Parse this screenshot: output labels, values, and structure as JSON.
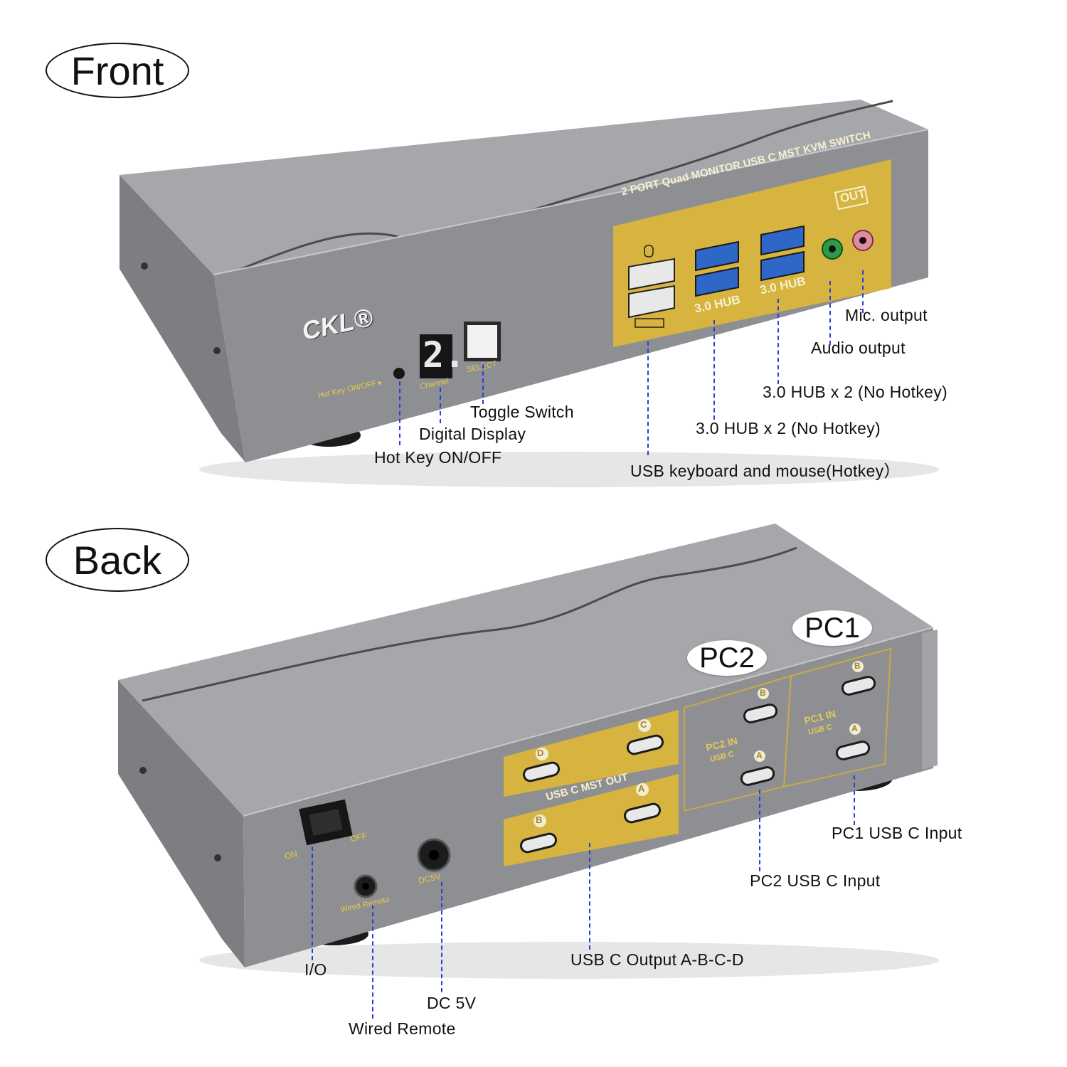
{
  "headings": {
    "front": "Front",
    "back": "Back"
  },
  "front_device": {
    "brand": "CKL®",
    "panel_title": "2 PORT Quad MONITOR USB C MST KVM SWITCH",
    "out_badge": "OUT",
    "hub_label_1": "3.0 HUB",
    "hub_label_2": "3.0 HUB",
    "display_digit": "2.",
    "channel_label": "Channel",
    "select_label": "SELECT",
    "hotkey_label": "Hot Key ON/OFF ▸"
  },
  "front_callouts": {
    "mic_output": "Mic. output",
    "audio_output": "Audio output",
    "hub_right": "3.0 HUB x 2 (No Hotkey)",
    "hub_left": "3.0 HUB x 2 (No Hotkey)",
    "keyboard_mouse": "USB keyboard  and mouse(Hotkey）",
    "toggle_switch": "Toggle Switch",
    "digital_display": "Digital Display",
    "hot_key": "Hot Key ON/OFF"
  },
  "back_device": {
    "pc1_tag": "PC1",
    "pc2_tag": "PC2",
    "mst_out_label": "USB C MST OUT",
    "pc1_in": "PC1 IN",
    "pc2_in": "PC2 IN",
    "usb_c": "USB C",
    "port_a": "A",
    "port_b": "B",
    "port_c": "C",
    "port_d": "D",
    "on_label": "ON",
    "off_label": "OFF",
    "dc_label": "DC5V",
    "remote_label": "Wired Remote"
  },
  "back_callouts": {
    "pc1_input": "PC1 USB C Input",
    "pc2_input": "PC2 USB C Input",
    "usbc_output": "USB C Output A-B-C-D",
    "io": "I/O",
    "dc": "DC 5V",
    "wired_remote": "Wired Remote"
  },
  "colors": {
    "chassis_face": "#8d8e90",
    "chassis_top": "#a4a5a8",
    "panel_yellow": "#d7b440",
    "leader": "#2b3fd6"
  }
}
